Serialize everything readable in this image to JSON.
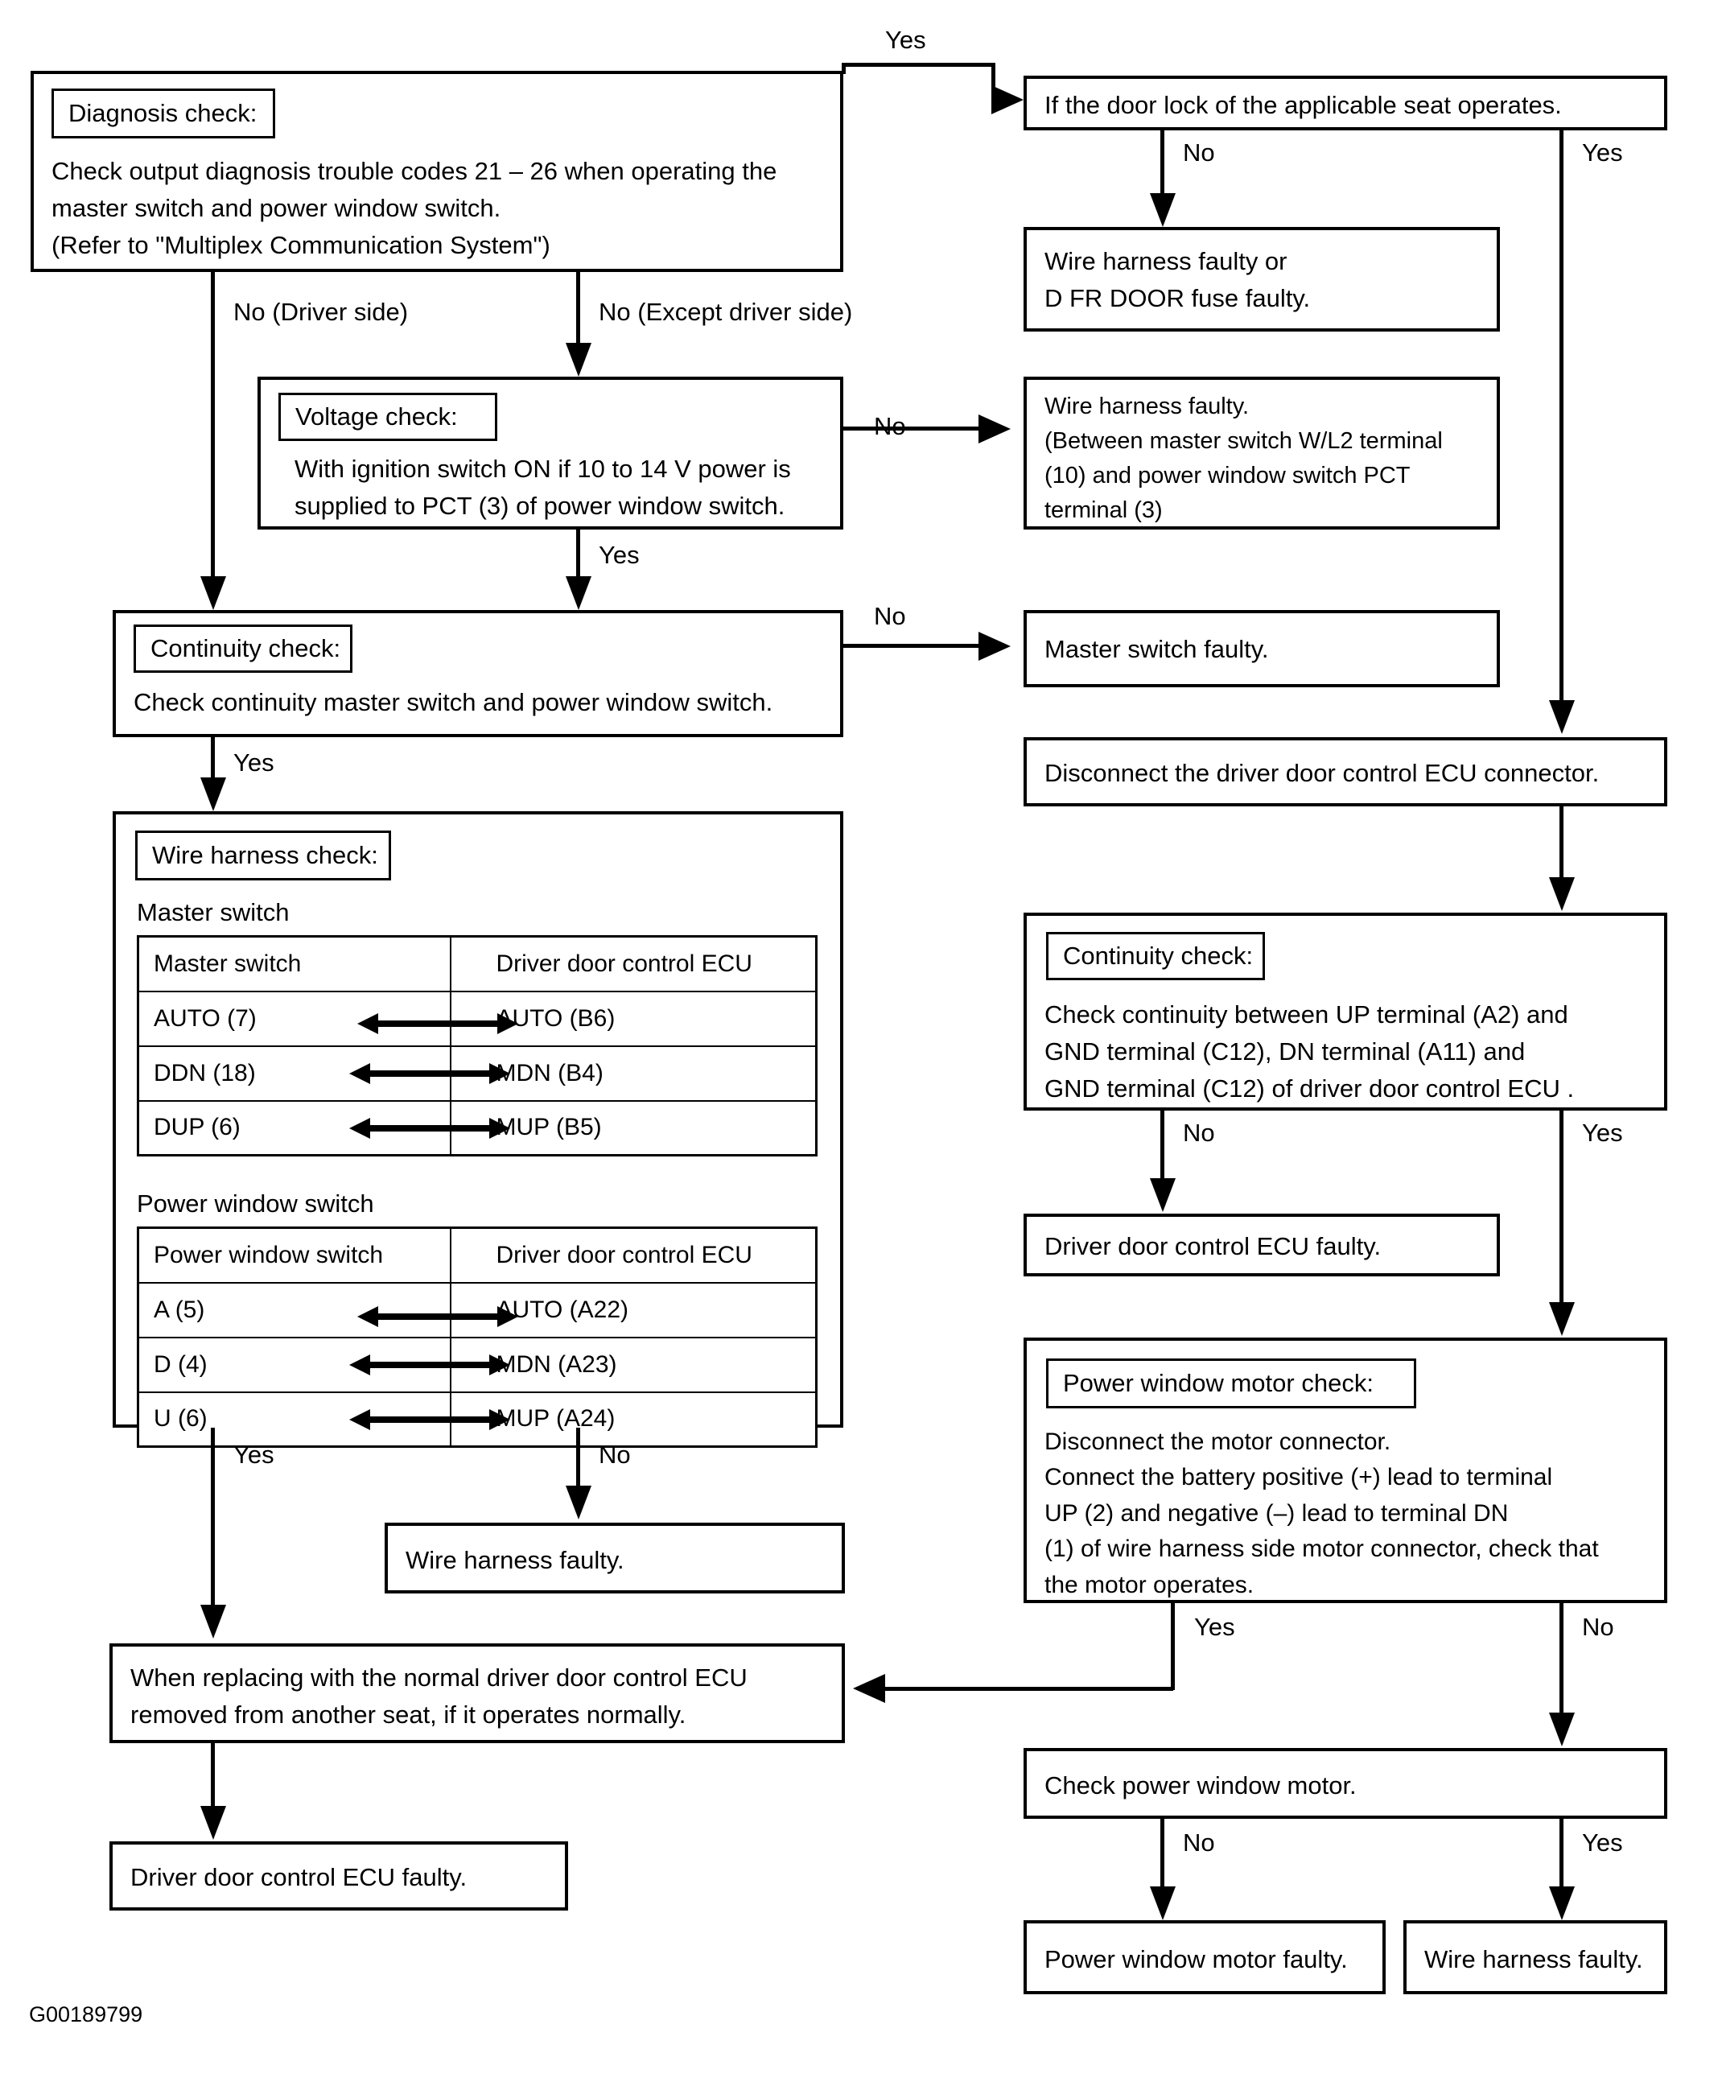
{
  "figure": {
    "id": "G00189799"
  },
  "nodes": {
    "diagnosis_check": {
      "label": "Diagnosis check:",
      "body": "Check output diagnosis trouble codes 21 – 26 when operating the\nmaster switch and power window switch.\n(Refer to \"Multiplex Communication System\")"
    },
    "door_lock": {
      "body": "If the door lock of the applicable seat operates."
    },
    "harness_or_fuse": {
      "body": "Wire harness faulty or\nD FR DOOR fuse faulty."
    },
    "voltage_check": {
      "label": "Voltage check:",
      "body": "With ignition switch ON if 10 to 14 V power is\nsupplied to PCT (3) of power window switch."
    },
    "harness_faulty_between": {
      "body": "Wire harness faulty.\n(Between master switch W/L2 terminal\n(10) and power window switch PCT\nterminal (3)"
    },
    "continuity_check_left": {
      "label": "Continuity check:",
      "body": "Check continuity master switch and power window switch."
    },
    "master_switch_faulty": {
      "body": "Master switch faulty."
    },
    "disconnect_ecu": {
      "body": "Disconnect the driver door control ECU connector."
    },
    "continuity_check_right": {
      "label": "Continuity check:",
      "body": "Check continuity between UP terminal (A2) and\nGND terminal (C12), DN terminal (A11) and\nGND terminal (C12) of driver door control ECU ."
    },
    "ecu_faulty_right": {
      "body": "Driver door control ECU faulty."
    },
    "wire_harness_check": {
      "label": "Wire harness check:",
      "caption_master": "Master switch",
      "caption_pw": "Power window switch",
      "master_table": {
        "headers": [
          "Master switch",
          "Driver door control ECU"
        ],
        "rows": [
          [
            "AUTO (7)",
            "AUTO (B6)"
          ],
          [
            "DDN (18)",
            "MDN (B4)"
          ],
          [
            "DUP (6)",
            "MUP (B5)"
          ]
        ]
      },
      "pw_table": {
        "headers": [
          "Power window switch",
          "Driver door control ECU"
        ],
        "rows": [
          [
            "A (5)",
            "AUTO (A22)"
          ],
          [
            "D (4)",
            "MDN (A23)"
          ],
          [
            "U (6)",
            "MUP (A24)"
          ]
        ]
      }
    },
    "motor_check": {
      "label": "Power window motor check:",
      "body": "Disconnect the motor connector.\nConnect the battery positive (+) lead to terminal\nUP (2) and negative (–) lead to terminal DN\n(1) of wire harness side motor connector, check that\nthe motor operates."
    },
    "wire_harness_faulty_mid": {
      "body": "Wire harness faulty."
    },
    "replace_ecu": {
      "body": "When replacing with the normal driver door control ECU\nremoved from another seat, if it operates normally."
    },
    "ecu_faulty_bottom": {
      "body": "Driver door control ECU faulty."
    },
    "check_pw_motor": {
      "body": "Check power window motor."
    },
    "pw_motor_faulty": {
      "body": "Power window motor faulty."
    },
    "wire_harness_faulty_bottom": {
      "body": "Wire harness faulty."
    }
  },
  "edges": {
    "yes_top": "Yes",
    "no_driver_side": "No (Driver side)",
    "no_except_driver_side": "No (Except driver side)",
    "no_doorlock": "No",
    "yes_doorlock": "Yes",
    "no_voltage": "No",
    "yes_voltage": "Yes",
    "no_continuity_left": "No",
    "yes_continuity_left": "Yes",
    "no_continuity_right": "No",
    "yes_continuity_right": "Yes",
    "yes_harness": "Yes",
    "no_harness": "No",
    "yes_motor": "Yes",
    "no_motor": "No",
    "no_check_motor": "No",
    "yes_check_motor": "Yes"
  }
}
